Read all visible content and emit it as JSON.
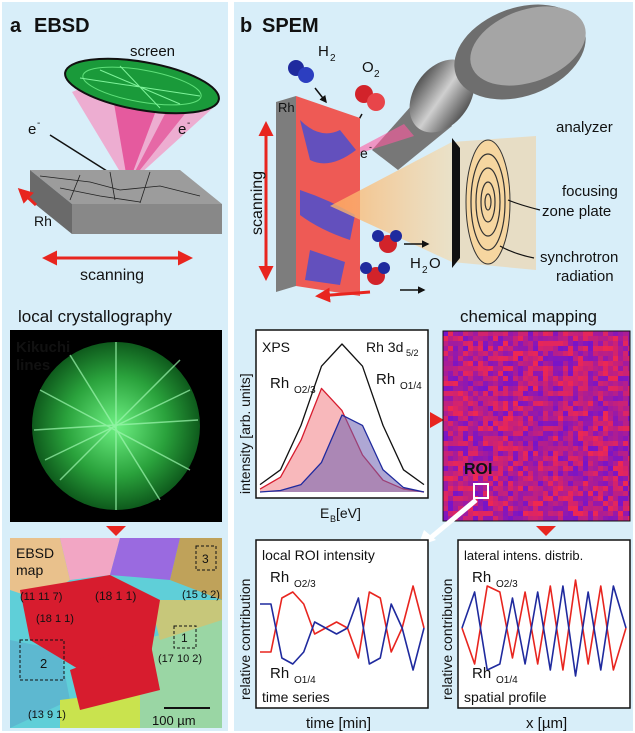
{
  "panel_a": {
    "letter": "a",
    "title": "EBSD",
    "screen_label": "screen",
    "electron": "e",
    "electron_sup": "-",
    "sample": "Rh",
    "scanning": "scanning",
    "crystallography_title": "local crystallography",
    "kikuchi_line1": "Kikuchi",
    "kikuchi_line2": "lines",
    "map_line1": "EBSD",
    "map_line2": "map",
    "grain_labels": [
      "(11 11 7)",
      "(18 1 1)",
      "(18 1 1)",
      "(15 8 2)",
      "(17 10 2)",
      "(13 9 1)"
    ],
    "roi_numbers": [
      "1",
      "2",
      "3"
    ],
    "scale_bar": "100 µm"
  },
  "panel_b": {
    "letter": "b",
    "title": "SPEM",
    "h2": "H",
    "h2_sub": "2",
    "o2": "O",
    "o2_sub": "2",
    "h2o_h": "H",
    "h2o_sub": "2",
    "h2o_o": "O",
    "electron": "e",
    "electron_sup": "-",
    "sample": "Rh",
    "scanning": "scanning",
    "analyzer": "analyzer",
    "focusing_line1": "focusing",
    "focusing_line2": "zone plate",
    "synchrotron_line1": "synchrotron",
    "synchrotron_line2": "radiation",
    "chem_title": "chemical mapping",
    "xps_label": "XPS",
    "rh3d": "Rh 3d",
    "rh3d_sub": "5/2",
    "xps_ylabel": "intensity [arb. units]",
    "xps_xlabel": "E",
    "xps_xlabel_sub": "B",
    "xps_xlabel_unit": " [eV]",
    "rh_o23": "Rh",
    "rh_o23_sub": "O2/3",
    "rh_o14": "Rh",
    "rh_o14_sub": "O1/4",
    "roi": "ROI",
    "time_title": "local ROI intensity",
    "time_footer": "time series",
    "time_xlabel": "time [min]",
    "spatial_title": "lateral intens. distrib.",
    "spatial_footer": "spatial profile",
    "spatial_xlabel": "x [µm]",
    "rel_ylabel": "relative contribution"
  },
  "colors": {
    "panel_bg": "#d8eef9",
    "accent_red": "#e8251f",
    "blue_species": "#1f2a9e",
    "green_pattern": "#3dd65a"
  },
  "chart_data": [
    {
      "type": "line",
      "title": "XPS",
      "xlabel": "E_B [eV]",
      "ylabel": "intensity [arb. units]",
      "series": [
        {
          "name": "Rh 3d5/2",
          "values": [
            0.05,
            0.15,
            0.45,
            0.85,
            1.0,
            0.85,
            0.45,
            0.15,
            0.05
          ]
        },
        {
          "name": "RhO2/3",
          "values": [
            0.02,
            0.1,
            0.35,
            0.7,
            0.55,
            0.25,
            0.08,
            0.02,
            0.0
          ]
        },
        {
          "name": "RhO1/4",
          "values": [
            0.0,
            0.01,
            0.05,
            0.2,
            0.52,
            0.45,
            0.15,
            0.03,
            0.0
          ]
        }
      ]
    },
    {
      "type": "line",
      "title": "local ROI intensity",
      "xlabel": "time [min]",
      "ylabel": "relative contribution",
      "series": [
        {
          "name": "RhO2/3",
          "values": [
            0.3,
            0.3,
            0.75,
            0.8,
            0.7,
            0.45,
            0.5,
            0.55,
            0.5,
            0.25,
            0.8,
            0.75,
            0.3,
            0.5,
            0.85,
            0.5
          ]
        },
        {
          "name": "RhO1/4",
          "values": [
            0.7,
            0.7,
            0.25,
            0.2,
            0.3,
            0.55,
            0.5,
            0.45,
            0.5,
            0.75,
            0.2,
            0.25,
            0.7,
            0.5,
            0.15,
            0.5
          ]
        }
      ]
    },
    {
      "type": "line",
      "title": "lateral intens. distrib.",
      "xlabel": "x [µm]",
      "ylabel": "relative contribution",
      "series": [
        {
          "name": "RhO2/3",
          "values": [
            0.5,
            0.2,
            0.85,
            0.8,
            0.25,
            0.8,
            0.2,
            0.85,
            0.15,
            0.9,
            0.2,
            0.85,
            0.15,
            0.5
          ]
        },
        {
          "name": "RhO1/4",
          "values": [
            0.5,
            0.8,
            0.15,
            0.2,
            0.75,
            0.2,
            0.8,
            0.15,
            0.85,
            0.1,
            0.8,
            0.15,
            0.85,
            0.5
          ]
        }
      ]
    }
  ]
}
